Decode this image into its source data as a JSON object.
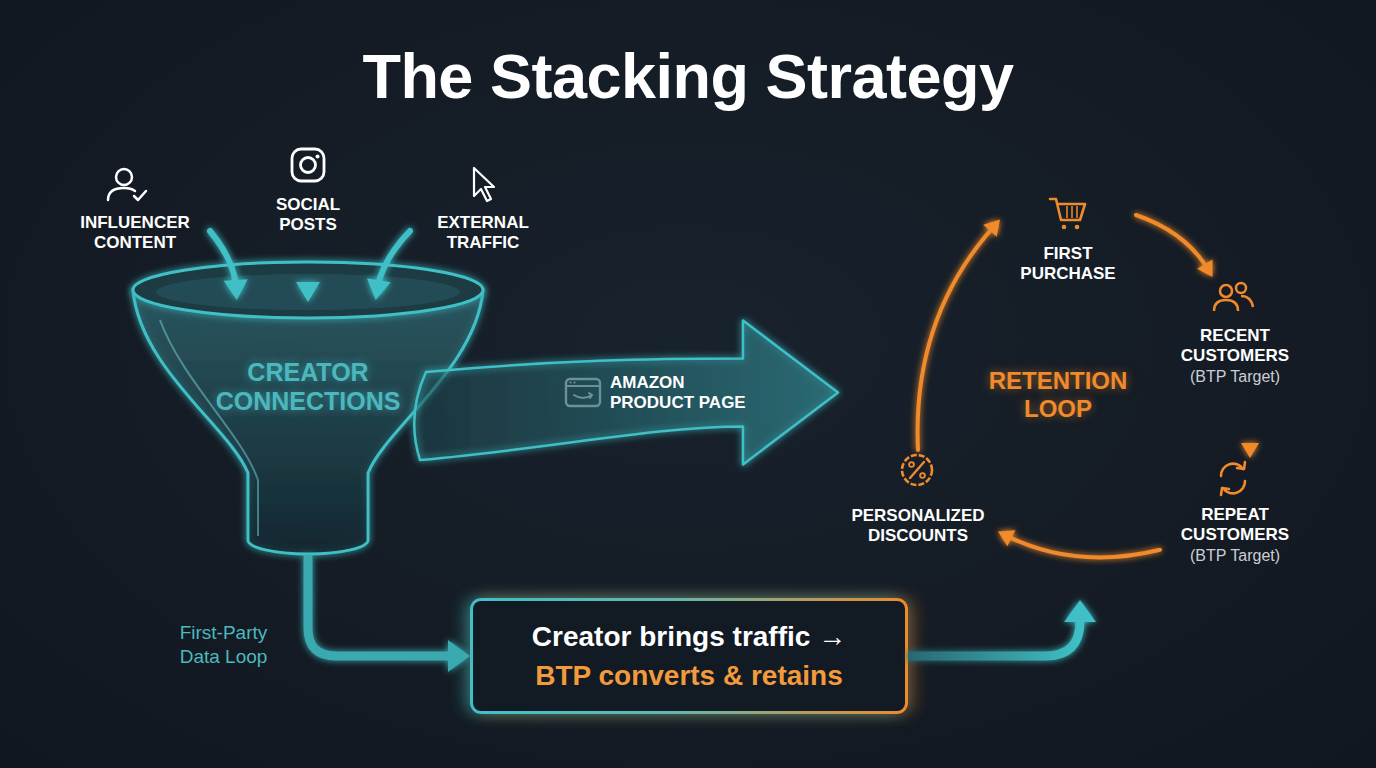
{
  "diagram": {
    "title": "The Stacking Strategy",
    "nodes": [
      {
        "text": [
          "INFLUENCER CONTENT"
        ]
      },
      {
        "text": [
          "SOCIAL POSTS"
        ]
      },
      {
        "text": [
          "EXTERNAL TRAFFIC"
        ]
      },
      {
        "text": [
          "CREATOR CONNECTIONS"
        ]
      },
      {
        "text": [
          "RETENTION LOOP"
        ]
      },
      {
        "text": [
          "FIRST PURCHASE"
        ],
        "in": 4
      },
      {
        "text": [
          "RECENT CUSTOMERS",
          "(BTP Target)"
        ],
        "in": 4
      },
      {
        "text": [
          "REPEAT CUSTOMERS",
          "(BTP Target)"
        ],
        "in": 4
      },
      {
        "text": [
          "PERSONALIZED DISCOUNTS"
        ],
        "in": 4
      },
      {
        "text": [
          "Creator brings traffic →",
          "BTP converts & retains"
        ]
      }
    ],
    "edges": [
      {
        "from": 0,
        "to": 3,
        "arrow": "to"
      },
      {
        "from": 1,
        "to": 3,
        "arrow": "to"
      },
      {
        "from": 2,
        "to": 3,
        "arrow": "to"
      },
      {
        "from": 3,
        "to": 4,
        "label": "AMAZON PRODUCT PAGE",
        "arrow": "to"
      },
      {
        "from": 5,
        "to": 6,
        "arrow": "to"
      },
      {
        "from": 6,
        "to": 7,
        "arrow": "to"
      },
      {
        "from": 7,
        "to": 8,
        "arrow": "to"
      },
      {
        "from": 8,
        "to": 5,
        "arrow": "to"
      },
      {
        "from": 3,
        "to": 9,
        "label": "First-Party Data Loop",
        "arrow": "to"
      },
      {
        "from": 9,
        "to": 4,
        "arrow": "to"
      }
    ]
  }
}
